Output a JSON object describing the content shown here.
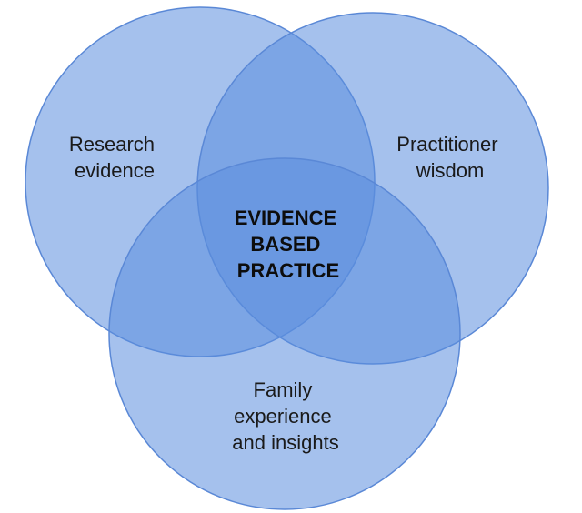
{
  "diagram": {
    "type": "venn",
    "circles": [
      {
        "id": "research",
        "label_lines": [
          "Research",
          "evidence"
        ]
      },
      {
        "id": "practitioner",
        "label_lines": [
          "Practitioner",
          "wisdom"
        ]
      },
      {
        "id": "family",
        "label_lines": [
          "Family",
          "experience",
          "and insights"
        ]
      }
    ],
    "center_label_lines": [
      "EVIDENCE",
      "BASED",
      "PRACTICE"
    ],
    "colors": {
      "circle_fill": "#5b8edf",
      "circle_stroke": "#5a88d6"
    }
  }
}
